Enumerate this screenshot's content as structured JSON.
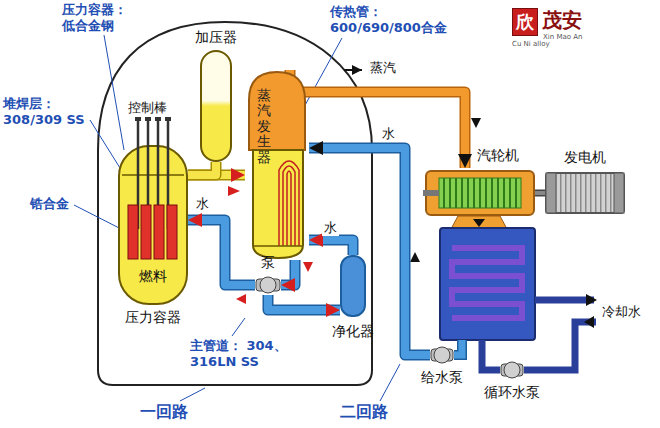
{
  "diagram": {
    "nodes": [
      {
        "text": [
          "压力容器"
        ]
      },
      {
        "text": [
          "燃料"
        ],
        "in": 0
      },
      {
        "text": [
          "加压器"
        ]
      },
      {
        "text": [
          "蒸汽发生器"
        ]
      },
      {
        "text": [
          "泵"
        ]
      },
      {
        "text": [
          "净化器"
        ]
      },
      {
        "text": [
          "汽轮机"
        ]
      },
      {
        "text": [
          "发电机"
        ]
      },
      {
        "text": [
          "给水泵"
        ]
      },
      {
        "text": [
          "循环水泵"
        ]
      }
    ],
    "edges": [
      {
        "from": 0,
        "to": 3,
        "arrow": "to"
      },
      {
        "from": 2,
        "to": 0,
        "arrow": "none"
      },
      {
        "from": 3,
        "to": 4,
        "arrow": "to"
      },
      {
        "from": 4,
        "to": 0,
        "label": "水",
        "arrow": "to"
      },
      {
        "from": 4,
        "to": 5,
        "arrow": "to"
      },
      {
        "from": 5,
        "to": 3,
        "label": "水",
        "arrow": "to"
      },
      {
        "from": 3,
        "to": 6,
        "label": "蒸汽",
        "arrow": "to"
      },
      {
        "from": 6,
        "to": 7,
        "arrow": "none"
      },
      {
        "from": 8,
        "to": 3,
        "label": "水",
        "arrow": "to"
      }
    ],
    "labels": [
      "压力容器： 低合金钢",
      "控制棒",
      "堆焊层： 308/309 SS",
      "锆合金",
      "传热管： 600/690/800合金",
      "主管道： 304、316LN SS",
      "冷却水",
      "一回路",
      "二回路",
      "欣",
      "茂安",
      "Xin Mao An",
      "Cu Ni alloy"
    ]
  }
}
